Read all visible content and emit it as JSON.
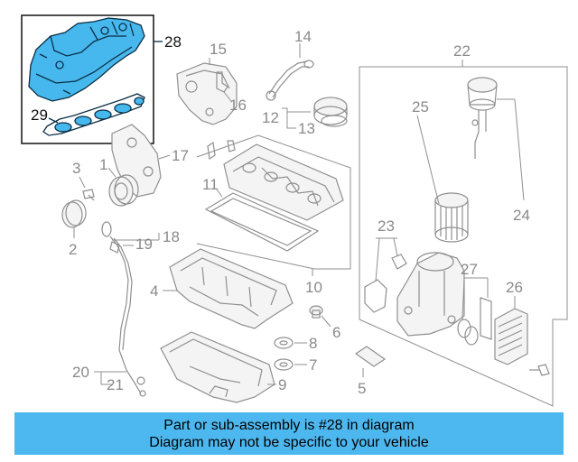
{
  "highlight_color": "#47b8ee",
  "banner_color": "#4db8ef",
  "callouts": {
    "c1": "1",
    "c2": "2",
    "c3": "3",
    "c4": "4",
    "c5": "5",
    "c6": "6",
    "c7": "7",
    "c8": "8",
    "c9": "9",
    "c10": "10",
    "c11": "11",
    "c12": "12",
    "c13": "13",
    "c14": "14",
    "c15": "15",
    "c16": "16",
    "c17": "17",
    "c18": "18",
    "c19": "19",
    "c20": "20",
    "c21": "21",
    "c22": "22",
    "c23": "23",
    "c24": "24",
    "c25": "25",
    "c26": "26",
    "c27": "27",
    "c28": "28",
    "c29": "29"
  },
  "banner": {
    "line1": "Part or sub-assembly is #28 in diagram",
    "line2": "Diagram may not be specific to your vehicle"
  }
}
